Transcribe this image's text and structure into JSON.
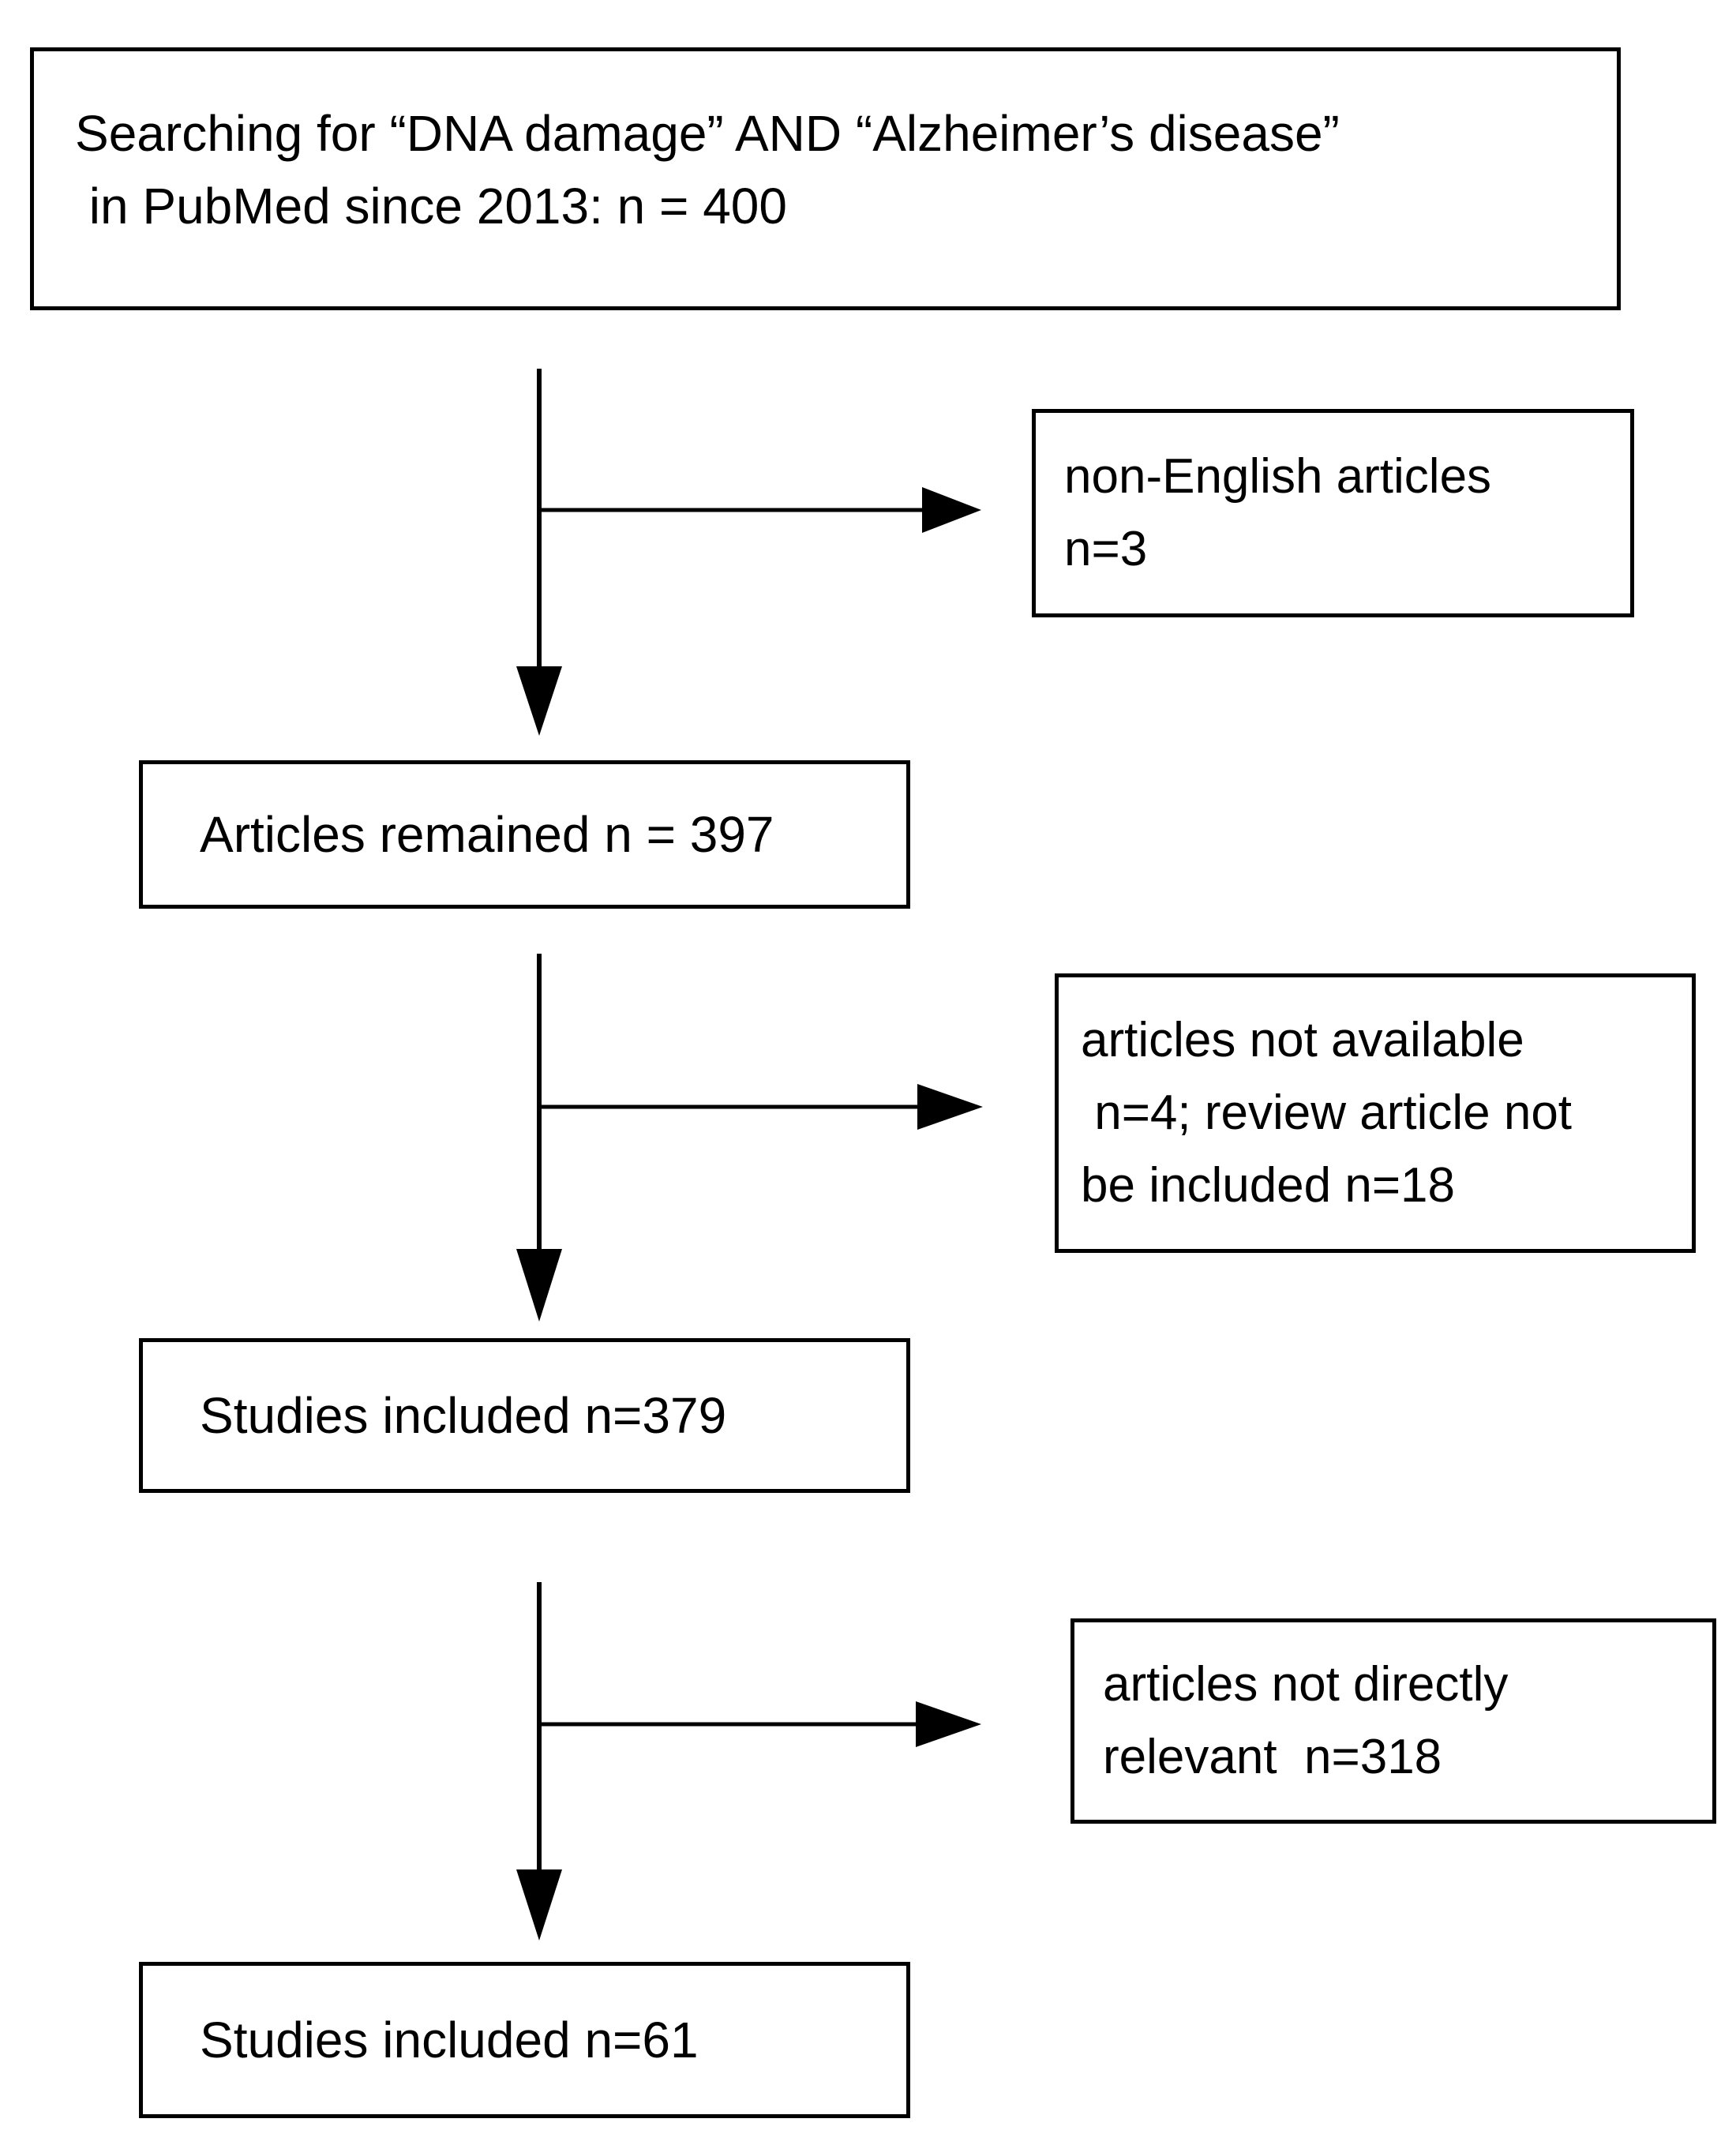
{
  "diagram": {
    "title_box": {
      "lines": [
        "Searching for “DNA damage” AND “Alzheimer’s disease”",
        " in PubMed since 2013: n = 400"
      ]
    },
    "main_boxes": [
      {
        "label": "Articles remained n = 397"
      },
      {
        "label": "Studies included n=379"
      },
      {
        "label": "Studies included n=61"
      }
    ],
    "side_boxes": [
      {
        "lines": [
          "non-English articles",
          "n=3"
        ]
      },
      {
        "lines": [
          "articles not available",
          " n=4; review article not",
          "be included n=18"
        ]
      },
      {
        "lines": [
          "articles not directly",
          "relevant  n=318"
        ]
      }
    ],
    "counts": {
      "search_total": 400,
      "non_english_excluded": 3,
      "remained": 397,
      "not_available_excluded": 4,
      "review_excluded": 18,
      "included_first": 379,
      "not_relevant_excluded": 318,
      "included_final": 61
    },
    "colors": {
      "line": "#000000",
      "text": "#000000",
      "background": "#ffffff"
    }
  }
}
